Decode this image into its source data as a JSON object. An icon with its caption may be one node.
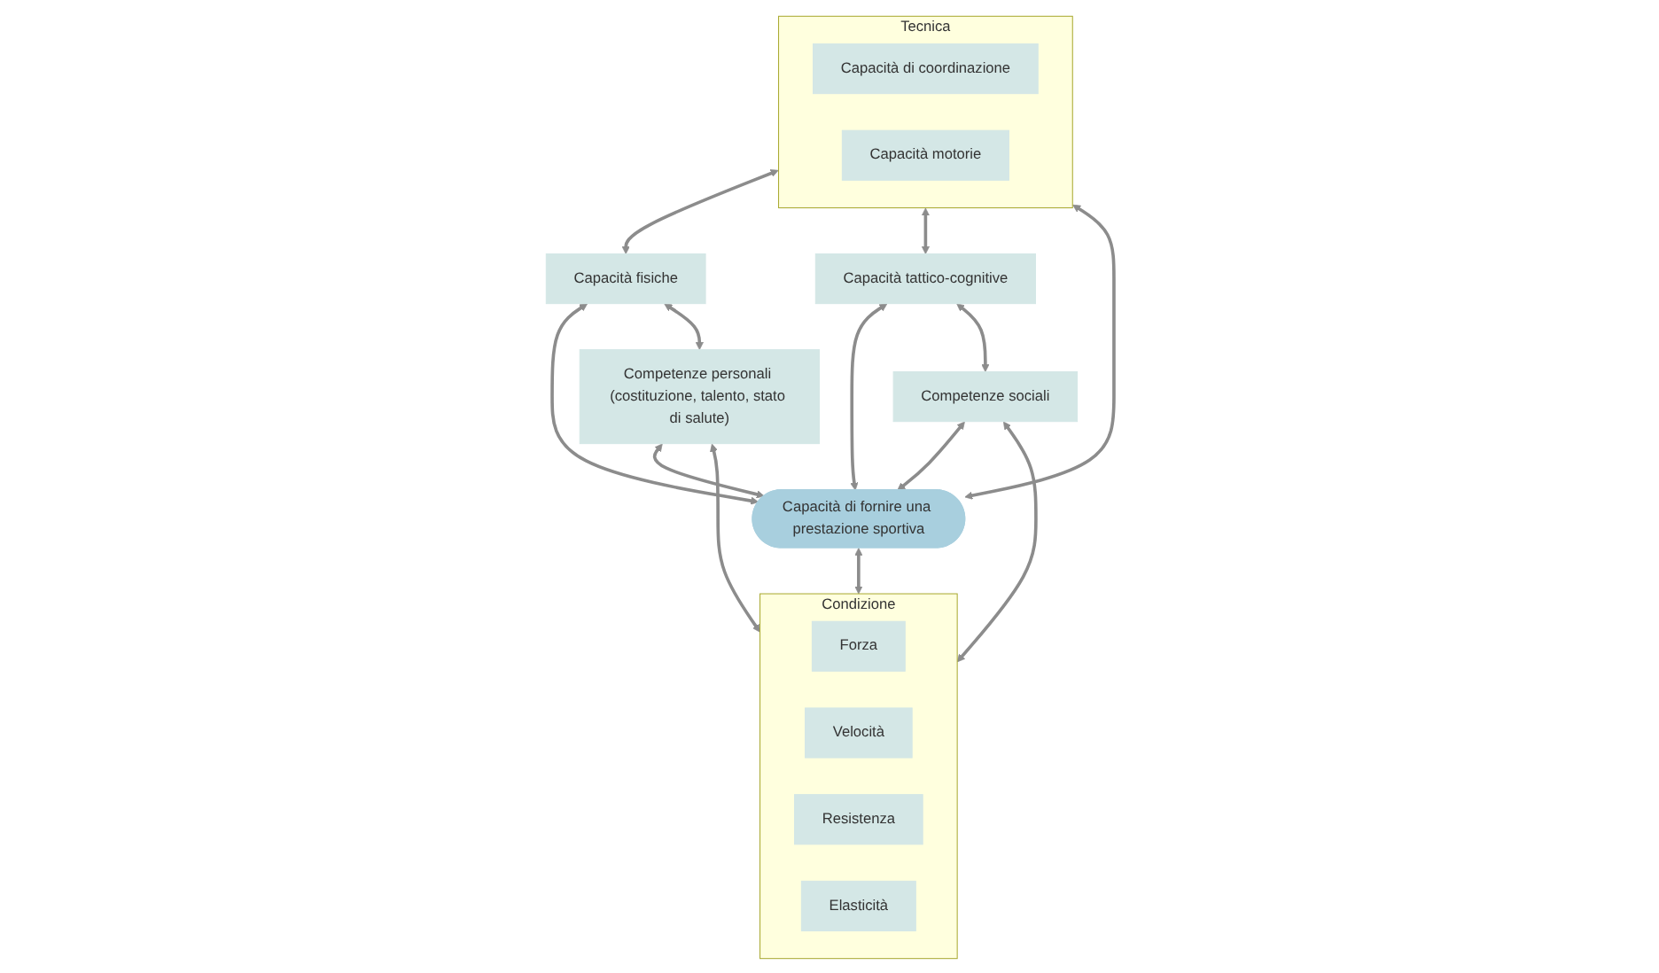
{
  "diagram": {
    "nodes": [
      {
        "text": [
          "Tecnica"
        ]
      },
      {
        "text": [
          "Capacità di coordinazione"
        ],
        "in": 0
      },
      {
        "text": [
          "Capacità motorie"
        ],
        "in": 0
      },
      {
        "text": [
          "Capacità fisiche"
        ]
      },
      {
        "text": [
          "Capacità di fornire una prestazione sportiva"
        ]
      },
      {
        "text": [
          "Capacità tattico-cognitive"
        ]
      },
      {
        "text": [
          "Competenze personali (costituzione, talento, stato di salute)"
        ]
      },
      {
        "text": [
          "Competenze sociali"
        ]
      },
      {
        "text": [
          "Condizione"
        ]
      },
      {
        "text": [
          "Forza"
        ],
        "in": 8
      },
      {
        "text": [
          "Velocità"
        ],
        "in": 8
      },
      {
        "text": [
          "Resistenza"
        ],
        "in": 8
      },
      {
        "text": [
          "Elasticità"
        ],
        "in": 8
      }
    ],
    "edges": [
      {
        "from": 0,
        "to": 3,
        "arrow": "both"
      },
      {
        "from": 0,
        "to": 5,
        "arrow": "both"
      },
      {
        "from": 0,
        "to": 4,
        "arrow": "both"
      },
      {
        "from": 3,
        "to": 4,
        "arrow": "both"
      },
      {
        "from": 5,
        "to": 4,
        "arrow": "both"
      },
      {
        "from": 3,
        "to": 6,
        "arrow": "both"
      },
      {
        "from": 5,
        "to": 7,
        "arrow": "both"
      },
      {
        "from": 6,
        "to": 4,
        "arrow": "both"
      },
      {
        "from": 7,
        "to": 4,
        "arrow": "both"
      },
      {
        "from": 4,
        "to": 8,
        "arrow": "both"
      },
      {
        "from": 6,
        "to": 8,
        "arrow": "both"
      },
      {
        "from": 7,
        "to": 8,
        "arrow": "both"
      }
    ]
  }
}
